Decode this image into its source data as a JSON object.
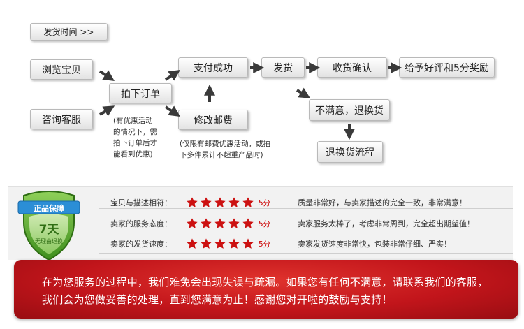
{
  "flow": {
    "delivery_time_button": "发货时间 >>",
    "browse": "浏览宝贝",
    "consult": "咨询客服",
    "place_order": "拍下订单",
    "payment_success": "支付成功",
    "modify_postage": "修改邮费",
    "ship": "发货",
    "confirm_receipt": "收货确认",
    "give_review": "给予好评和5分奖励",
    "unsatisfied": "不满意，退换货",
    "return_process": "退换货流程",
    "note_discount": "(有优惠活动\n的情况下，需\n拍下订单后才\n能看到优惠)",
    "note_postage": "(仅限有邮费优惠活动，或拍\n下多件累计不超重产品时)"
  },
  "badge": {
    "title": "正品保障",
    "days": "7天",
    "subtitle": "无理由退换"
  },
  "ratings": [
    {
      "label": "宝贝与描述相符：",
      "stars": 5,
      "score": "5分",
      "comment": "质量非常好，与卖家描述的完全一致，非常满意！"
    },
    {
      "label": "卖家的服务态度：",
      "stars": 5,
      "score": "5分",
      "comment": "卖家服务太棒了，考虑非常周到，完全超出期望值！"
    },
    {
      "label": "卖家的发货速度：",
      "stars": 5,
      "score": "5分",
      "comment": "卖家发货速度非常快，包装非常仔细、严实！"
    }
  ],
  "banner": {
    "line1": "在为您服务的过程中，我们难免会出现失误与疏漏。如果您有任何不满意，请联系我们的客服，",
    "line2": "我们会为您做妥善的处理，直到您满意为止！感谢您对开啦的鼓励与支持！"
  },
  "colors": {
    "star": "#cc1111",
    "banner": "#c2151b",
    "badge_green": "#3f8f1e",
    "arrow": "#3a3a3a"
  }
}
